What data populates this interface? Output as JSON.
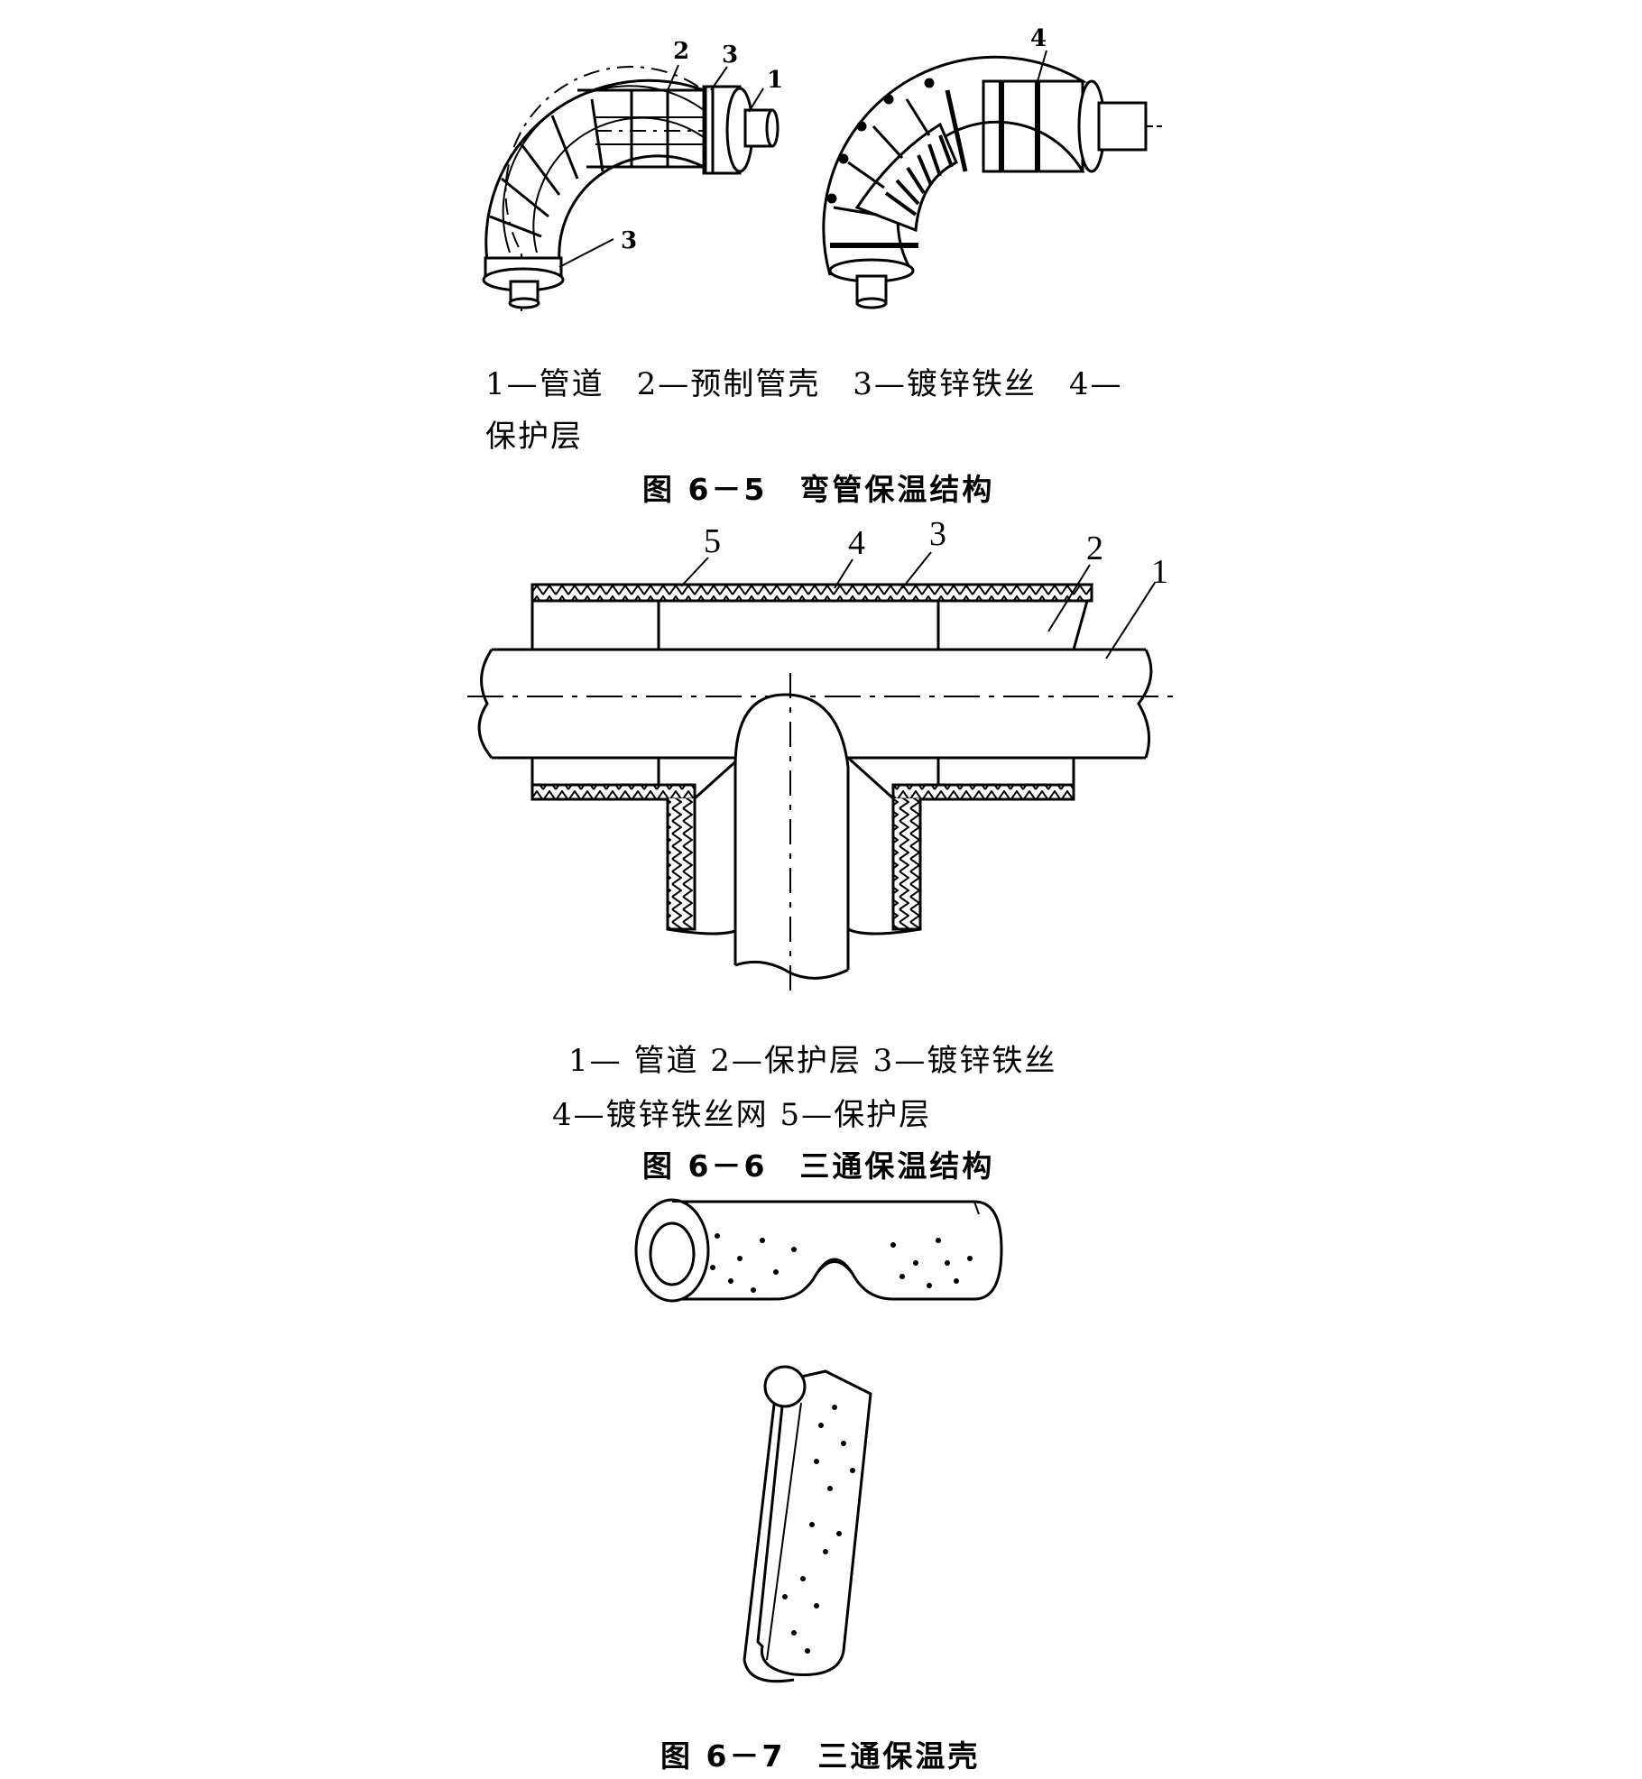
{
  "figure_6_5": {
    "labels": {
      "l1": "1",
      "l2": "2",
      "l3a": "3",
      "l3b": "3",
      "l4": "4"
    },
    "legend_line1": "1—管道　2—预制管壳　3—镀锌铁丝　4—",
    "legend_line2": "保护层",
    "caption": "图 6－5　弯管保温结构"
  },
  "figure_6_6": {
    "labels": {
      "l1": "1",
      "l2": "2",
      "l3": "3",
      "l4": "4",
      "l5": "5"
    },
    "legend_line1": "1— 管道 2—保护层 3—镀锌铁丝",
    "legend_line2": "4—镀锌铁丝网 5—保护层",
    "caption": "图 6－6　三通保温结构"
  },
  "figure_6_7": {
    "caption": "图 6－7　三通保温壳"
  }
}
